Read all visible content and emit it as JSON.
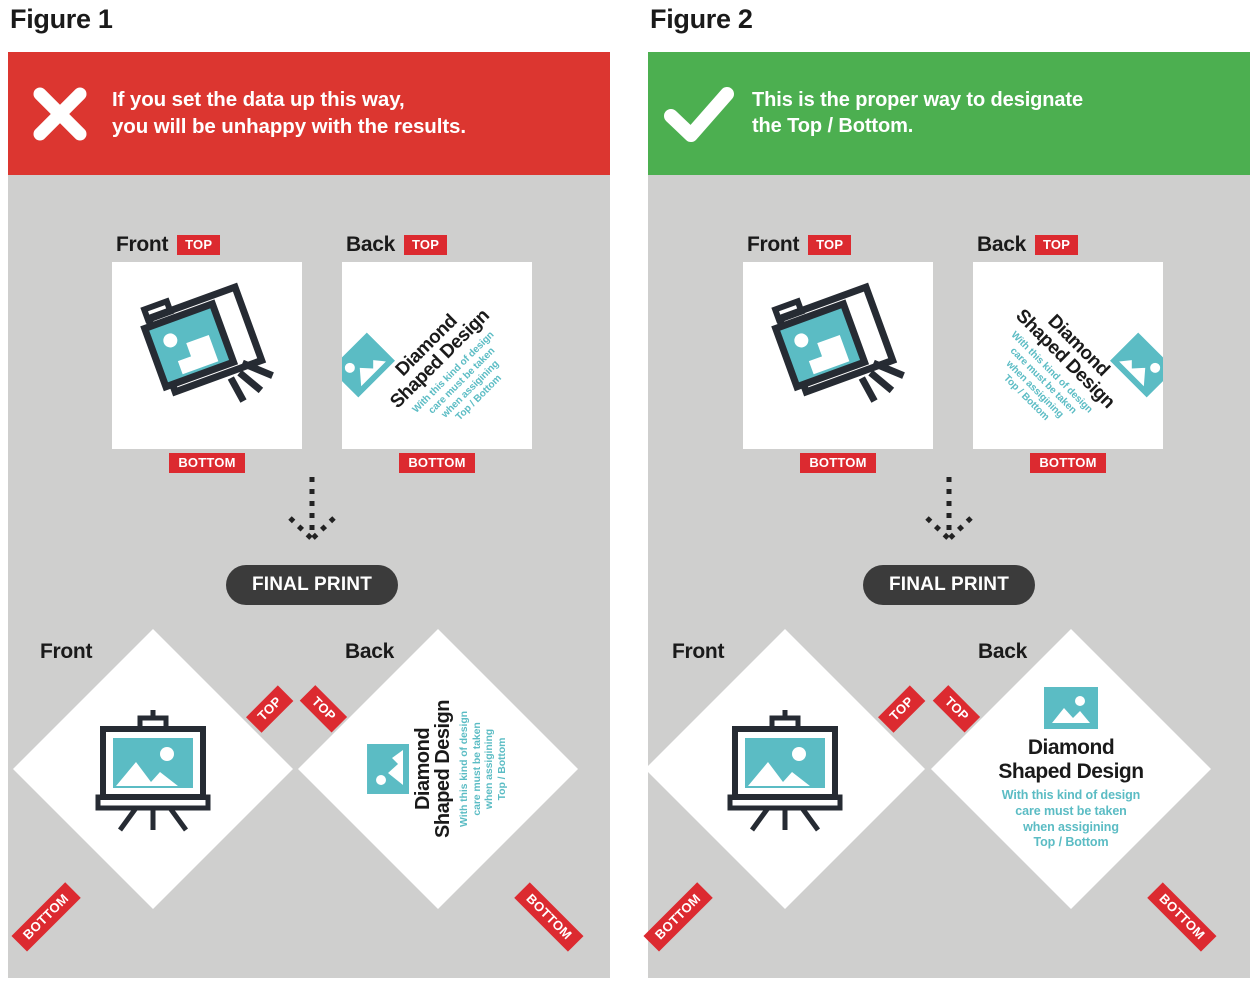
{
  "colors": {
    "red": "#DC3630",
    "badge_red": "#DC2A30",
    "green": "#4CAF50",
    "teal": "#5BBCC4",
    "grey_bg": "#CFCFCE",
    "dark": "#262B33",
    "pill_dark": "#3B3B3B",
    "white": "#FFFFFF"
  },
  "figures": [
    {
      "title": "Figure 1",
      "banner": {
        "icon": "cross-icon",
        "variant": "red",
        "line1": "If you set the data up this way,",
        "line2": "you will be unhappy with the results."
      },
      "cards": {
        "front": {
          "label": "Front",
          "top_badge": "TOP",
          "bottom_badge": "BOTTOM",
          "art": "tilted-easel-icon"
        },
        "back": {
          "label": "Back",
          "top_badge": "TOP",
          "bottom_badge": "BOTTOM",
          "title_line1": "Diamond",
          "title_line2": "Shaped Design",
          "sub_line1": "With this kind of design",
          "sub_line2": "care must be taken",
          "sub_line3": "when assigining",
          "sub_line4": "Top / Bottom",
          "rotation": "-45deg"
        }
      },
      "arrow": "dotted-down-arrow-icon",
      "final_print": "FINAL PRINT",
      "diamonds": {
        "front": {
          "label": "Front",
          "top_badge": "TOP",
          "bottom_badge": "BOTTOM",
          "art": "easel-picture-icon",
          "badge_layout": "top-right"
        },
        "back": {
          "label": "Back",
          "top_badge": "TOP",
          "bottom_badge": "BOTTOM",
          "title_line1": "Diamond",
          "title_line2": "Shaped Design",
          "sub_line1": "With this kind of design",
          "sub_line2": "care must be taken",
          "sub_line3": "when assigining",
          "sub_line4": "Top / Bottom",
          "rotation": "-90deg",
          "badge_layout": "top-left"
        }
      }
    },
    {
      "title": "Figure 2",
      "banner": {
        "icon": "check-icon",
        "variant": "green",
        "line1": "This is the proper way to designate",
        "line2": "the Top / Bottom."
      },
      "cards": {
        "front": {
          "label": "Front",
          "top_badge": "TOP",
          "bottom_badge": "BOTTOM",
          "art": "tilted-easel-icon"
        },
        "back": {
          "label": "Back",
          "top_badge": "TOP",
          "bottom_badge": "BOTTOM",
          "title_line1": "Diamond",
          "title_line2": "Shaped Design",
          "sub_line1": "With this kind of design",
          "sub_line2": "care must be taken",
          "sub_line3": "when assigining",
          "sub_line4": "Top / Bottom",
          "rotation": "45deg"
        }
      },
      "arrow": "dotted-down-arrow-icon",
      "final_print": "FINAL PRINT",
      "diamonds": {
        "front": {
          "label": "Front",
          "top_badge": "TOP",
          "bottom_badge": "BOTTOM",
          "art": "easel-picture-icon",
          "badge_layout": "top-right"
        },
        "back": {
          "label": "Back",
          "top_badge": "TOP",
          "bottom_badge": "BOTTOM",
          "title_line1": "Diamond",
          "title_line2": "Shaped Design",
          "sub_line1": "With this kind of design",
          "sub_line2": "care must be taken",
          "sub_line3": "when assigining",
          "sub_line4": "Top / Bottom",
          "rotation": "0deg",
          "badge_layout": "top-left"
        }
      }
    }
  ]
}
